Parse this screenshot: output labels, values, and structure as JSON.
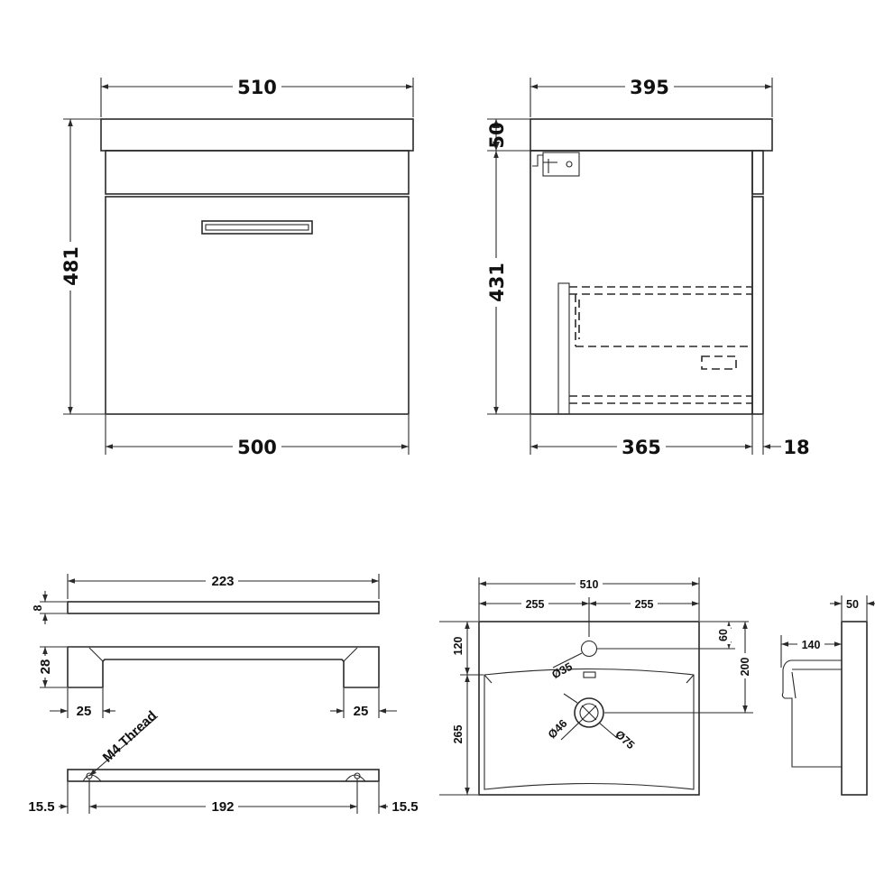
{
  "front_view": {
    "width_top": "510",
    "height_total": "481",
    "width_bottom": "500"
  },
  "side_view": {
    "depth_top": "395",
    "basin_height": "50",
    "cabinet_height": "431",
    "depth_bottom": "365",
    "door_thickness": "18"
  },
  "handle_detail": {
    "length": "223",
    "thickness": "8",
    "height": "28",
    "inset_left": "25",
    "inset_right": "25",
    "thread_label": "M4 Thread",
    "offset_left": "15.5",
    "centres": "192",
    "offset_right": "15.5"
  },
  "basin_plan": {
    "width": "510",
    "half_left": "255",
    "half_right": "255",
    "back_to_tap": "120",
    "front_to_tap": "265",
    "tap_from_back": "60",
    "tap_to_waste": "200",
    "tap_hole": "Ø35",
    "waste_inner": "Ø46",
    "waste_outer": "Ø75"
  },
  "basin_side": {
    "rim": "50",
    "depth": "140"
  },
  "colors": {
    "line": "#2a2a2a",
    "text": "#111111",
    "background": "#ffffff"
  }
}
